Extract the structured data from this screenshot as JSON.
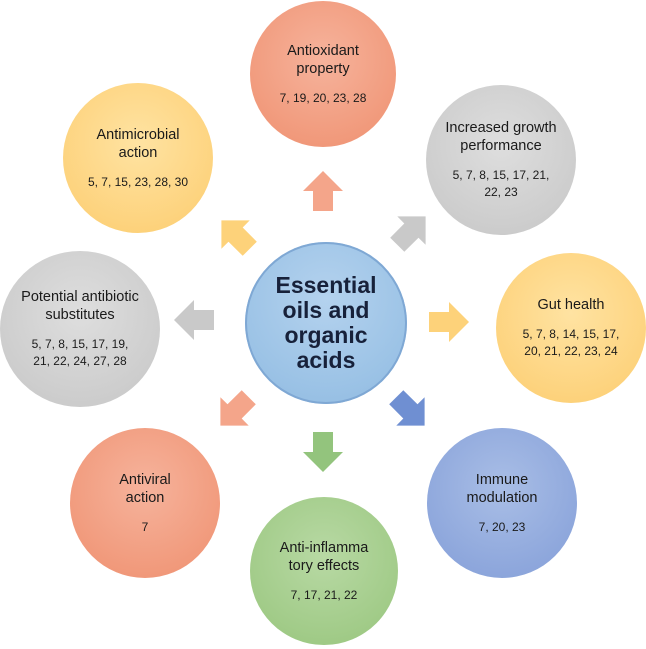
{
  "center": {
    "label": "Essential\noils and\norganic\nacids"
  },
  "nodes": {
    "antioxidant": {
      "title": "Antioxidant\nproperty",
      "refs": "7, 19, 20, 23, 28",
      "color": "#f19a7c"
    },
    "growth": {
      "title": "Increased growth\nperformance",
      "refs": "5, 7, 8, 15, 17, 21,\n22, 23",
      "color": "#cdcdcd"
    },
    "gut": {
      "title": "Gut health",
      "refs": "5, 7, 8, 14, 15, 17,\n20, 21, 22, 23, 24",
      "color": "#fdd37e"
    },
    "immune": {
      "title": "Immune\nmodulation",
      "refs": "7, 20,  23",
      "color": "#8ea7dc"
    },
    "anti_inflammatory": {
      "title": "Anti-inflamma\ntory effects",
      "refs": "7, 17, 21, 22",
      "color": "#a1cb88"
    },
    "antiviral": {
      "title": "Antiviral\naction",
      "refs": "7",
      "color": "#f19a7c"
    },
    "antibiotic": {
      "title": "Potential antibiotic\nsubstitutes",
      "refs": "5, 7, 8, 15, 17, 19,\n21, 22, 24, 27, 28",
      "color": "#cdcdcd"
    },
    "antimicrobial": {
      "title": "Antimicrobial\naction",
      "refs": "5, 7, 15, 23, 28, 30",
      "color": "#fdd37e"
    }
  },
  "arrow_colors": {
    "up": "#f4a58a",
    "up_right": "#c9c9c9",
    "right": "#fdd27a",
    "down_right": "#6f8fd2",
    "down": "#93c47d",
    "down_left": "#f4a58a",
    "left": "#c9c9c9",
    "up_left": "#fdd27a"
  }
}
